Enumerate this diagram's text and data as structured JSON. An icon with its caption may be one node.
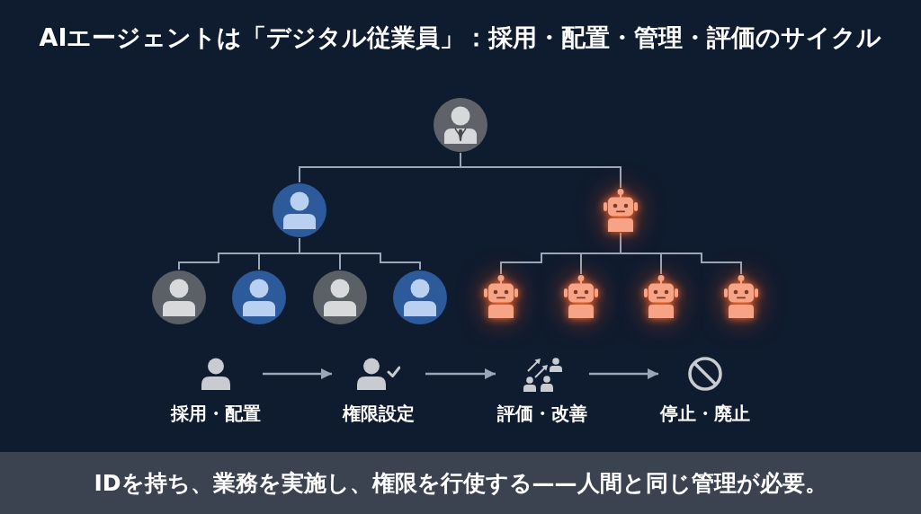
{
  "diagram": {
    "title": "AIエージェントは「デジタル従業員」：採用・配置・管理・評価のサイクル",
    "caption": "IDを持ち、業務を実施し、権限を行使する——人間と同じ管理が必要。",
    "nodes": [
      {
        "text": [],
        "shape": "person"
      },
      {
        "text": [],
        "shape": "person"
      },
      {
        "text": [],
        "shape": "robot"
      },
      {
        "text": [],
        "shape": "person"
      },
      {
        "text": [],
        "shape": "person"
      },
      {
        "text": [],
        "shape": "person"
      },
      {
        "text": [],
        "shape": "person"
      },
      {
        "text": [],
        "shape": "robot"
      },
      {
        "text": [],
        "shape": "robot"
      },
      {
        "text": [],
        "shape": "robot"
      },
      {
        "text": [],
        "shape": "robot"
      },
      {
        "text": [
          "採用・配置"
        ]
      },
      {
        "text": [
          "権限設定"
        ]
      },
      {
        "text": [
          "評価・改善"
        ]
      },
      {
        "text": [
          "停止・廃止"
        ]
      }
    ],
    "edges": [
      {
        "from": 0,
        "to": 1,
        "arrow": "none"
      },
      {
        "from": 0,
        "to": 2,
        "arrow": "none"
      },
      {
        "from": 1,
        "to": 3,
        "arrow": "none"
      },
      {
        "from": 1,
        "to": 4,
        "arrow": "none"
      },
      {
        "from": 1,
        "to": 5,
        "arrow": "none"
      },
      {
        "from": 1,
        "to": 6,
        "arrow": "none"
      },
      {
        "from": 2,
        "to": 7,
        "arrow": "none"
      },
      {
        "from": 2,
        "to": 8,
        "arrow": "none"
      },
      {
        "from": 2,
        "to": 9,
        "arrow": "none"
      },
      {
        "from": 2,
        "to": 10,
        "arrow": "none"
      },
      {
        "from": 11,
        "to": 12,
        "arrow": "to"
      },
      {
        "from": 12,
        "to": 13,
        "arrow": "to"
      },
      {
        "from": 13,
        "to": 14,
        "arrow": "to"
      }
    ]
  }
}
